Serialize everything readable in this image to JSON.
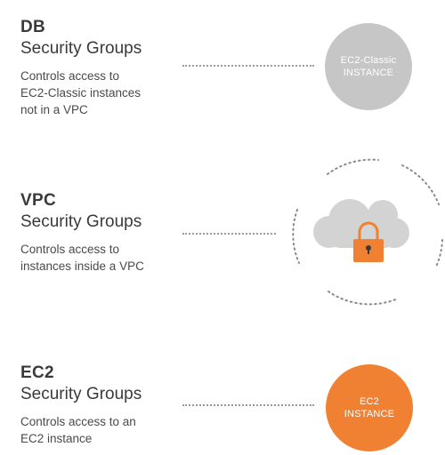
{
  "sections": {
    "db": {
      "kind": "DB",
      "title": "Security Groups",
      "desc_lines": [
        "Controls access to",
        "EC2-Classic instances",
        "not in a VPC"
      ],
      "node": {
        "line1": "EC2-Classic",
        "line2": "INSTANCE",
        "color": "#c6c6c6"
      }
    },
    "vpc": {
      "kind": "VPC",
      "title": "Security Groups",
      "desc_lines": [
        "Controls access to",
        "instances inside a VPC"
      ],
      "node": {
        "icon": "cloud-lock-icon",
        "cloud_color": "#d3d3d3",
        "lock_color": "#f08133"
      }
    },
    "ec2": {
      "kind": "EC2",
      "title": "Security Groups",
      "desc_lines": [
        "Controls access to an",
        "EC2 instance"
      ],
      "node": {
        "line1": "EC2",
        "line2": "INSTANCE",
        "color": "#f08133"
      }
    }
  }
}
